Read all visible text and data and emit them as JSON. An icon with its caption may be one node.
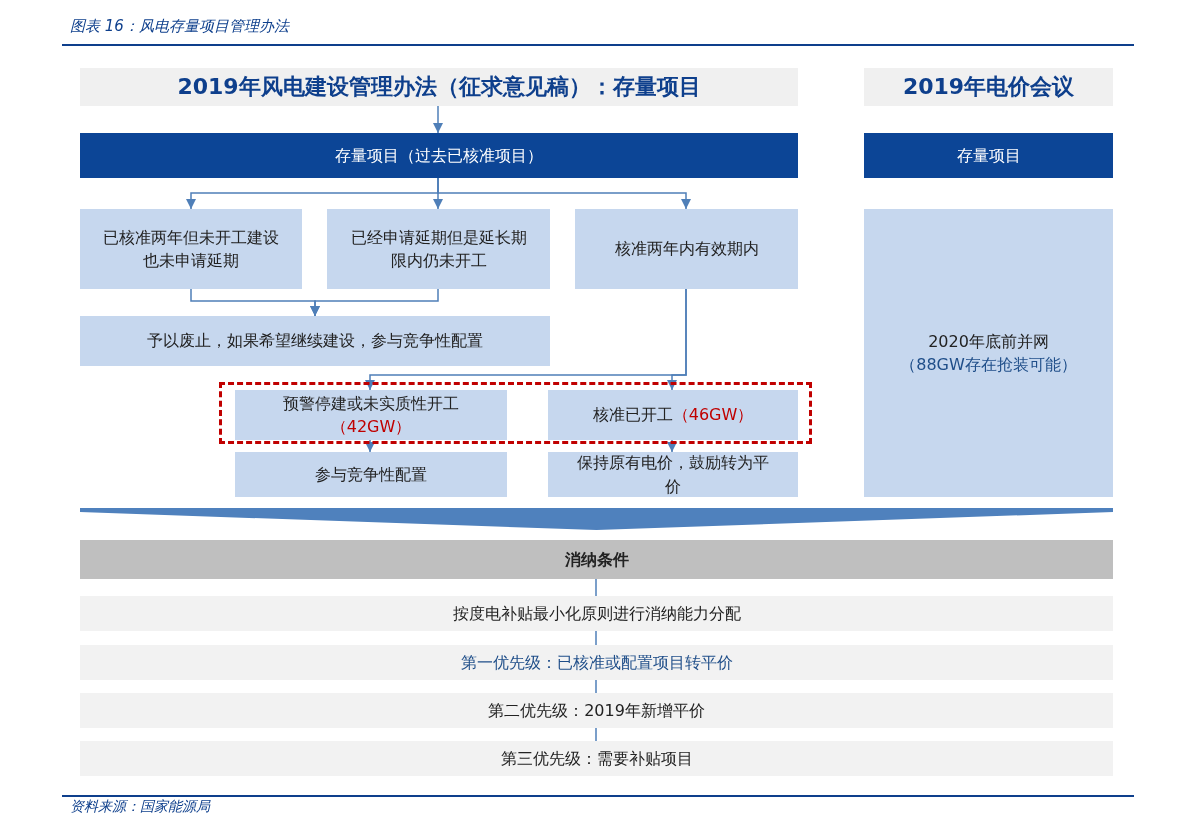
{
  "diagram": {
    "title": "图表 16：风电存量项目管理办法",
    "caption": "资料来源：国家能源局",
    "nodes": [
      {
        "text": [
          "2019年风电建设管理办法（征求意见稿）：存量项目"
        ]
      },
      {
        "text": [
          "存量项目（过去已核准项目）"
        ]
      },
      {
        "text": [
          "已核准两年但未开工建设也未申请延期"
        ]
      },
      {
        "text": [
          "已经申请延期但是延长期限内仍未开工"
        ]
      },
      {
        "text": [
          "核准两年内有效期内"
        ]
      },
      {
        "text": [
          "予以废止，如果希望继续建设，参与竞争性配置"
        ]
      },
      {
        "text": [],
        "shape": "box"
      },
      {
        "text": [
          "预警停建或未实质性开工",
          "（42GW）"
        ],
        "in": 6
      },
      {
        "text": [
          "核准已开工",
          "（46GW）"
        ],
        "in": 6
      },
      {
        "text": [
          "参与竞争性配置"
        ]
      },
      {
        "text": [
          "保持原有电价，鼓励转为平价"
        ]
      },
      {
        "text": [
          "2019年电价会议"
        ]
      },
      {
        "text": [
          "存量项目"
        ]
      },
      {
        "text": [
          "2020年底前并网",
          "（88GW存在抢装可能）"
        ]
      },
      {
        "text": [],
        "shape": "chevron"
      },
      {
        "text": [
          "消纳条件"
        ]
      },
      {
        "text": [
          "按度电补贴最小化原则进行消纳能力分配"
        ]
      },
      {
        "text": [
          "第一优先级：已核准或配置项目转平价"
        ]
      },
      {
        "text": [
          "第二优先级：2019年新增平价"
        ]
      },
      {
        "text": [
          "第三优先级：需要补贴项目"
        ]
      }
    ],
    "edges": [
      {
        "from": 0,
        "to": 1,
        "arrow": "to"
      },
      {
        "from": 1,
        "to": 2,
        "arrow": "to"
      },
      {
        "from": 1,
        "to": 3,
        "arrow": "to"
      },
      {
        "from": 1,
        "to": 4,
        "arrow": "to"
      },
      {
        "from": 2,
        "to": 5,
        "arrow": "to"
      },
      {
        "from": 3,
        "to": 5,
        "arrow": "to"
      },
      {
        "from": 4,
        "to": 7,
        "arrow": "to"
      },
      {
        "from": 4,
        "to": 8,
        "arrow": "to"
      },
      {
        "from": 7,
        "to": 9,
        "arrow": "to"
      },
      {
        "from": 8,
        "to": 10,
        "arrow": "to"
      },
      {
        "from": 15,
        "to": 16,
        "arrow": "none"
      },
      {
        "from": 16,
        "to": 17,
        "arrow": "none"
      },
      {
        "from": 17,
        "to": 18,
        "arrow": "none"
      },
      {
        "from": 18,
        "to": 19,
        "arrow": "none"
      }
    ]
  }
}
